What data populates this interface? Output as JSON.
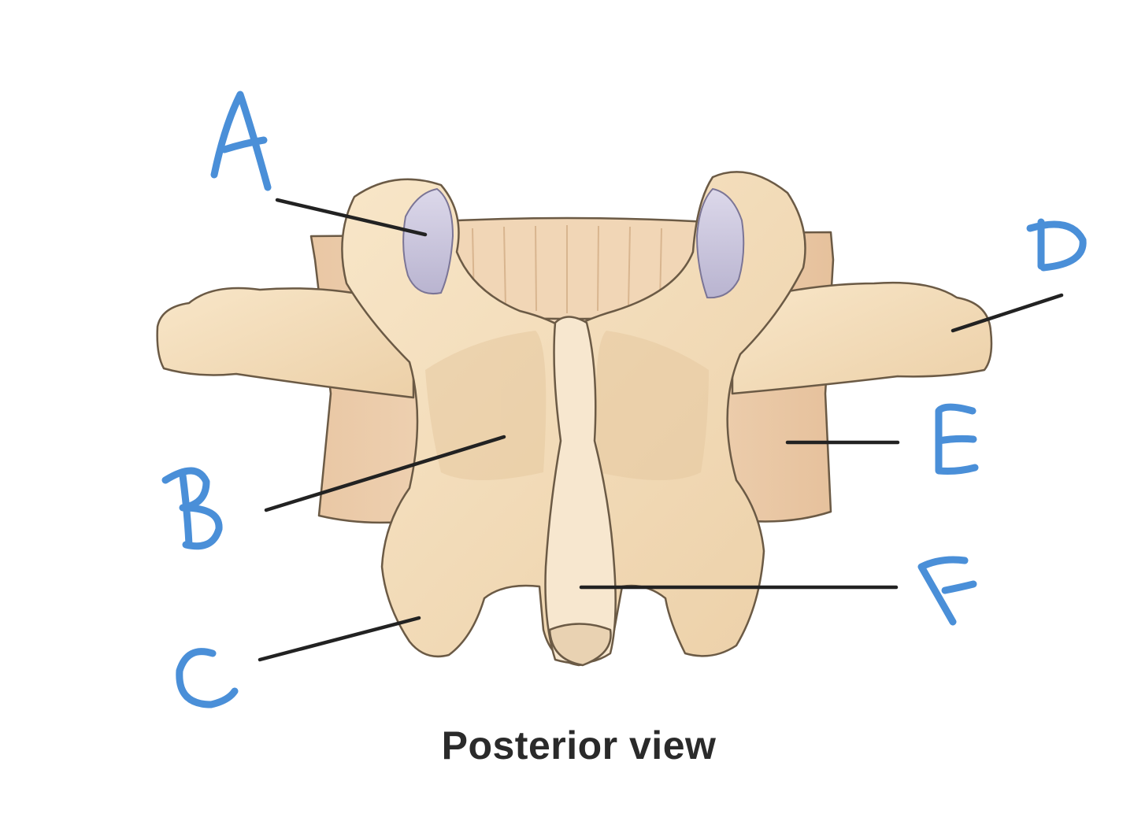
{
  "diagram": {
    "caption": "Posterior view",
    "labels": [
      "A",
      "B",
      "C",
      "D",
      "E",
      "F"
    ],
    "colors": {
      "bone": "#f3dcb8",
      "bone_shade": "#e2c39a",
      "articular_facet": "#cfcbe0",
      "body_side": "#ecc9a6",
      "label_ink": "#4a8fd8",
      "leader_line": "#222222",
      "caption": "#2a2a2a"
    }
  }
}
